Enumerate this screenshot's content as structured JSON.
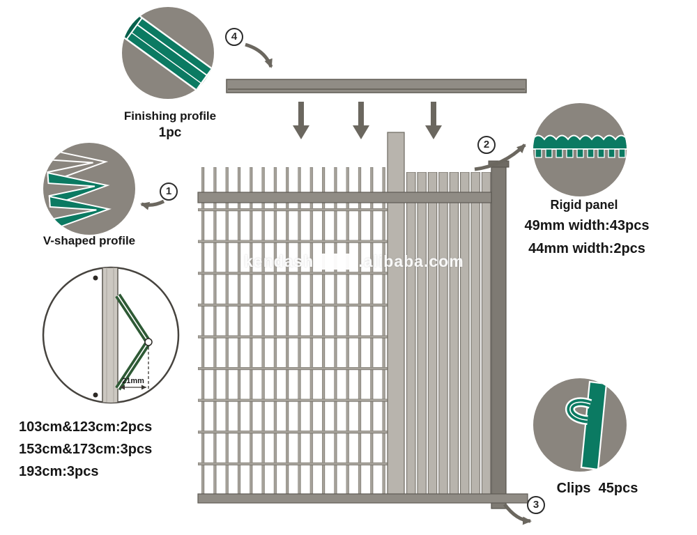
{
  "watermark": {
    "left": "kendash",
    "right": ".alibaba.com"
  },
  "steps": {
    "finishing_profile": {
      "num": "4",
      "label": "Finishing profile",
      "qty": "1pc"
    },
    "v_profile": {
      "num": "1",
      "label": "V-shaped profile"
    },
    "rigid_panel": {
      "num": "2",
      "label": "Rigid panel",
      "spec1": "49mm width:43pcs",
      "spec2": "44mm width:2pcs"
    },
    "clips": {
      "num": "3",
      "label": "Clips  45pcs"
    }
  },
  "post_detail": {
    "dimension": "21mm",
    "sizes": [
      "103cm&123cm:2pcs",
      "153cm&173cm:3pcs",
      "193cm:3pcs"
    ]
  },
  "colors": {
    "teal": "#0b7a62",
    "dark_green": "#2e5a35",
    "thumb_bg": "#8a857e",
    "metal": "#908c85",
    "wire": "#a6a29a",
    "outline": "#6b675f"
  }
}
